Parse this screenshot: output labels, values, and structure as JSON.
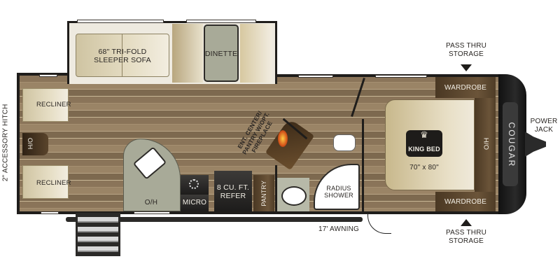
{
  "floorplan": {
    "brand": "COUGAR",
    "rooms": {
      "sofa": "68\" TRI-FOLD SLEEPER SOFA",
      "sofa_line1": "68\" TRI-FOLD",
      "sofa_line2": "SLEEPER SOFA",
      "dinette": "DINETTE",
      "recliner_top": "RECLINER",
      "recliner_bottom": "RECLINER",
      "oh_front": "O/H",
      "oh_kitchen": "O/H",
      "micro": "MICRO",
      "refer_line1": "8 CU. FT.",
      "refer_line2": "REFER",
      "pantry": "PANTRY",
      "ent_line1": "ENT. CENTER/",
      "ent_line2": "PANTRY W/OPT.",
      "ent_line3": "FIREPLACE",
      "shower_line1": "RADIUS",
      "shower_line2": "SHOWER",
      "king_bed": "KING BED",
      "bed_size": "70\" x 80\"",
      "ho": "H/O",
      "wardrobe_top": "WARDROBE",
      "wardrobe_bottom": "WARDROBE"
    },
    "exterior": {
      "hitch": "2\" ACCESSORY HITCH",
      "awning": "17' AWNING",
      "pass_thru_top_line1": "PASS THRU",
      "pass_thru_top_line2": "STORAGE",
      "pass_thru_bottom_line1": "PASS THRU",
      "pass_thru_bottom_line2": "STORAGE",
      "power_jack_line1": "POWER",
      "power_jack_line2": "JACK"
    }
  }
}
